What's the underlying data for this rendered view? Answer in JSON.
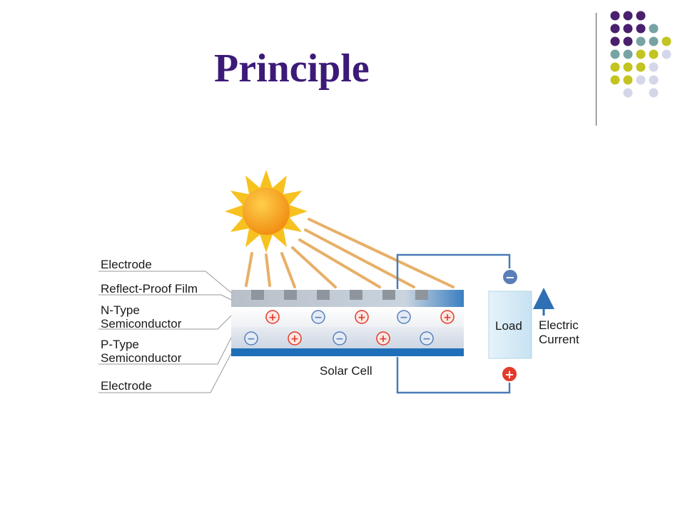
{
  "slide": {
    "title": "Principle"
  },
  "decoration": {
    "dot_rows": [
      [
        "purple",
        "purple",
        "purple",
        "",
        ""
      ],
      [
        "purple",
        "purple",
        "purple",
        "teal",
        ""
      ],
      [
        "purple",
        "purple",
        "teal",
        "teal",
        "olive"
      ],
      [
        "teal",
        "teal",
        "olive",
        "olive",
        "lavender"
      ],
      [
        "olive",
        "olive",
        "olive",
        "lavender",
        ""
      ],
      [
        "olive",
        "olive",
        "lavender",
        "lavender",
        ""
      ],
      [
        "",
        "lavender",
        "",
        "lavender",
        ""
      ]
    ],
    "colors": {
      "purple": "#4a1f6e",
      "teal": "#78a3a3",
      "olive": "#c3c41f",
      "lavender": "#d6d6ea"
    }
  },
  "diagram": {
    "labels": {
      "electrode_top": "Electrode",
      "reflect_proof_film": "Reflect-Proof Film",
      "n_type_line1": "N-Type",
      "n_type_line2": "Semiconductor",
      "p_type_line1": "P-Type",
      "p_type_line2": "Semiconductor",
      "electrode_bottom": "Electrode",
      "solar_cell": "Solar Cell",
      "load": "Load",
      "electric_line1": "Electric",
      "electric_line2": "Current"
    },
    "n_layer_charges": [
      "+",
      "−",
      "+",
      "−",
      "+"
    ],
    "p_layer_charges": [
      "−",
      "+",
      "−",
      "+",
      "−"
    ],
    "terminal_top": "−",
    "terminal_bottom": "+",
    "colors": {
      "positive": "#e23a2a",
      "negative": "#5a7fb8",
      "electrode": "#1f6fb8",
      "wire": "#4a7cb8",
      "sun_core": "#f6a21a",
      "sun_rays": "#f7c21f",
      "light_beam": "#e7b068",
      "load_fill": "#d9ecf7"
    }
  }
}
